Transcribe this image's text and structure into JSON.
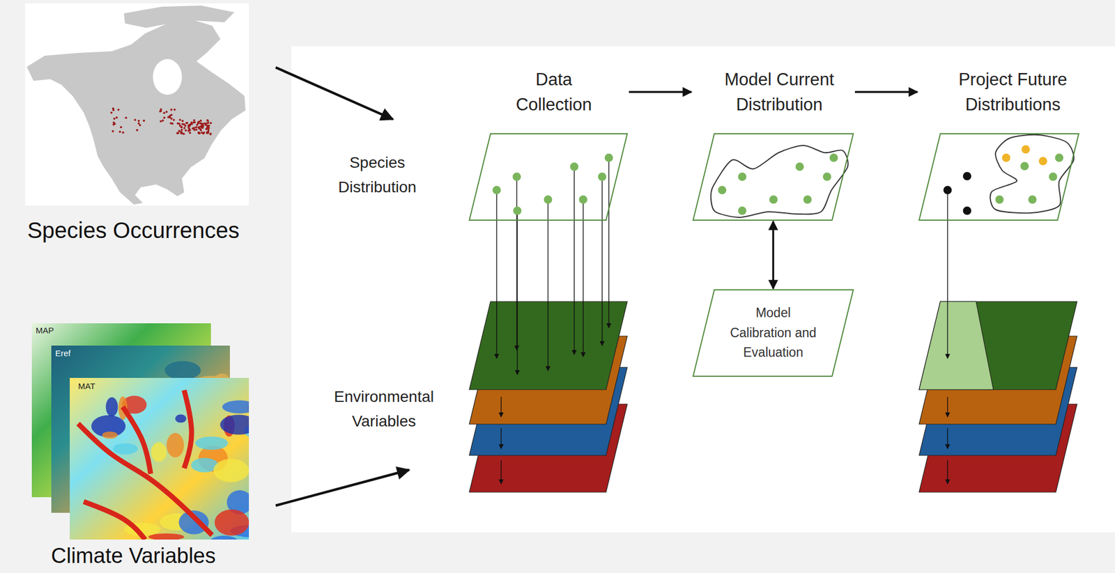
{
  "diagram": {
    "nodes": [
      {
        "text": [
          "Data Collection"
        ]
      },
      {
        "text": [
          "Model Current Distribution"
        ]
      },
      {
        "text": [
          "Project Future Distributions"
        ]
      },
      {
        "text": [
          "Model Calibration and Evaluation"
        ]
      }
    ],
    "edges": [
      {
        "from": 0,
        "to": 1,
        "arrow": "to"
      },
      {
        "from": 1,
        "to": 2,
        "arrow": "to"
      },
      {
        "from": 1,
        "to": 3,
        "arrow": "both"
      }
    ],
    "labels": [
      "Species Occurrences",
      "Climate Variables",
      "MAP",
      "Eref",
      "MAT",
      "Species Distribution",
      "Environmental Variables"
    ]
  }
}
